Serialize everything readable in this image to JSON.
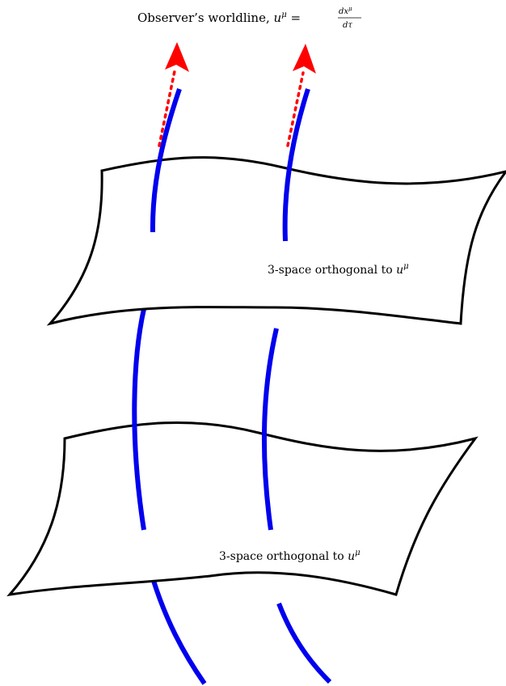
{
  "title": {
    "prefix": "Observer’s worldline, ",
    "u": "u",
    "mu": "μ",
    "equals": " = ",
    "num": "dx",
    "num_sup": "μ",
    "den": "dτ"
  },
  "sheets": [
    {
      "label_text": "3-space orthogonal to ",
      "u": "u",
      "mu": "μ"
    },
    {
      "label_text": "3-space orthogonal to ",
      "u": "u",
      "mu": "μ"
    }
  ],
  "colors": {
    "worldline": "#0000ee",
    "arrow": "#ff0000",
    "sheet_stroke": "#000000",
    "sheet_fill": "#ffffff"
  }
}
